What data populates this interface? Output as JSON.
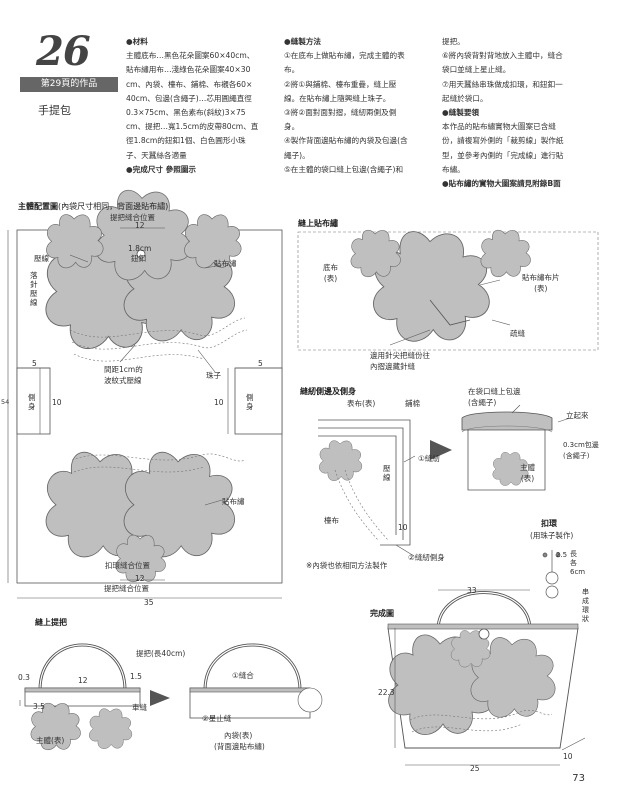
{
  "header": {
    "number": "26",
    "band": "第29頁的作品",
    "title": "手提包"
  },
  "materials": {
    "heading": "●材料",
    "lines": [
      "主體底布…黑色花朵圖案60×40cm、",
      "貼布繡用布…淺綠色花朵圖案40×30",
      "cm、內袋、檯布、鋪棉、布襯各60×",
      "40cm、包邊(含繩子)…芯用圓繩直徑",
      "0.3×75cm、黑色素布(斜紋)3×75",
      "cm、提把…寬1.5cm的皮帶80cm、直",
      "徑1.8cm的鈕釦1個、白色圓形小珠",
      "子、天蠶絲各適量"
    ],
    "size": "●完成尺寸 參照圖示"
  },
  "steps": {
    "heading": "●縫製方法",
    "lines": [
      "①在底布上做貼布繡，完成主體的表",
      "布。",
      "②將①與鋪棉、檯布重疊，縫上壓",
      "線。在貼布繡上隨興縫上珠子。",
      "③將②面對面對摺，縫紉兩側及側",
      "身。",
      "④製作背面邊貼布繡的內袋及包邊(含",
      "繩子)。",
      "⑤在主體的袋口縫上包邊(含繩子)和"
    ]
  },
  "steps2": {
    "lines": [
      "提把。",
      "⑥將內袋背對背地放入主體中，縫合",
      "袋口並縫上星止縫。",
      "⑦用天蠶絲串珠做成扣環，和鈕釦一",
      "起縫於袋口。"
    ],
    "note_heading": "●縫製要領",
    "note_lines": [
      "本作品的貼布繡實物大圖案已含縫",
      "份，請複寫外側的「裁剪線」製作紙",
      "型，並參考內側的「完成線」進行貼",
      "布繡。"
    ],
    "pattern_ref": "●貼布繡的實物大圖案請見附錄B面"
  },
  "diagram_main": {
    "title": "主體配置圖",
    "subtitle": "(內袋尺寸相同，背面邊貼布繡)",
    "labels": {
      "handle_pos_top": "提把縫合位置",
      "dim_12_top": "12",
      "press": "壓線",
      "fall_press": "落針壓線",
      "button_size": "1.8cm",
      "button": "鈕釦",
      "applique": "貼布繡",
      "wave_press": "間距1cm的\n波紋式壓線",
      "bead": "珠子",
      "dim_5a": "5",
      "dim_5b": "5",
      "side_a": "側身",
      "side_b": "側身",
      "dim_10a": "10",
      "dim_10b": "10",
      "dim_54": "54",
      "applique2": "貼布繡",
      "handle_pos_bottom_a": "扣環縫合位置",
      "handle_pos_bottom_b": "提把縫合位置",
      "dim_12_bot": "12",
      "dim_35": "35"
    }
  },
  "diagram_applique": {
    "title": "縫上貼布繡",
    "labels": {
      "base": "底布\n(表)",
      "piece": "貼布繡布片\n(表)",
      "stitch": "疏縫",
      "note": "邊用針尖把縫份往\n內摺邊藏針縫"
    }
  },
  "diagram_side": {
    "title": "縫紉側邊及側身",
    "labels": {
      "face": "表布(表)",
      "batting": "鋪棉",
      "press": "壓線",
      "sew1": "①縫紉",
      "back": "檯布",
      "dim10": "10",
      "sew2": "②縫紉側身",
      "note": "※內袋也依相同方法製作"
    }
  },
  "diagram_binding": {
    "labels": {
      "top": "在袋口縫上包邊\n(含繩子)",
      "standup": "立起來",
      "width": "0.3cm包邊\n(含繩子)",
      "main": "主體\n(表)"
    }
  },
  "diagram_loop": {
    "title": "扣環",
    "subtitle": "(用珠子製作)",
    "labels": {
      "dim": "2.5",
      "len": "長各6cm",
      "note": "串成環狀"
    }
  },
  "diagram_handle": {
    "title": "縫上提把",
    "labels": {
      "handle": "提把(長40cm)",
      "dim03": "0.3",
      "dim12": "12",
      "dim15": "1.5",
      "dim35": "3.5",
      "sew": "車縫",
      "main": "主體(表)",
      "sew_join": "①縫合",
      "star": "②星止縫",
      "inner": "內袋(表)",
      "inner_sub": "(背面邊貼布繡)"
    }
  },
  "diagram_finished": {
    "title": "完成圖",
    "labels": {
      "dim33": "33",
      "dim223": "22.3",
      "dim25": "25",
      "dim10": "10"
    }
  },
  "page_number": "73"
}
